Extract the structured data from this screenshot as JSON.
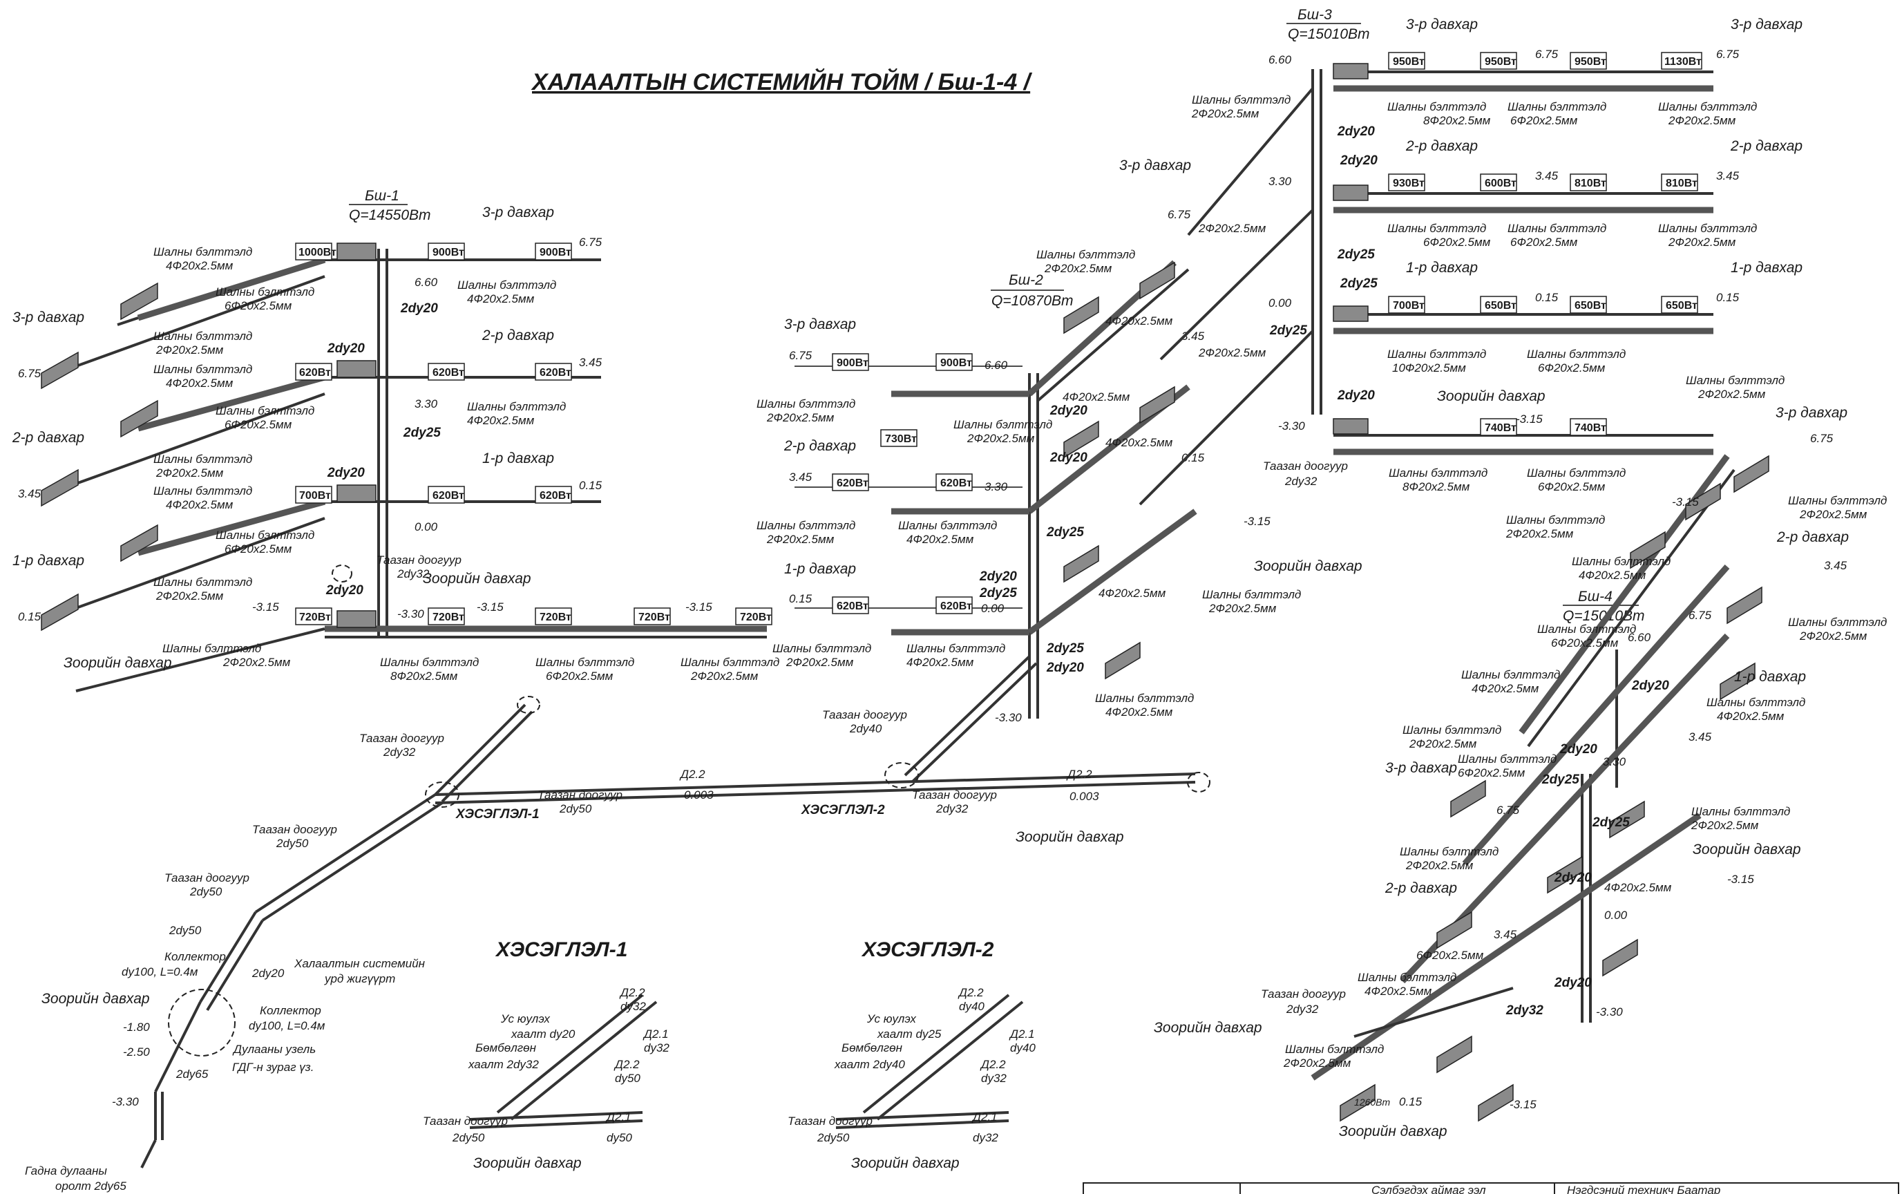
{
  "title": "ХАЛААЛТЫН СИСТЕМИЙН ТОЙМ  / Бш-1-4 /",
  "risers": {
    "bsh1": {
      "name": "Бш-1",
      "q": "Q=14550Вт"
    },
    "bsh2": {
      "name": "Бш-2",
      "q": "Q=10870Вт"
    },
    "bsh3": {
      "name": "Бш-3",
      "q": "Q=15010Вт"
    },
    "bsh4": {
      "name": "Бш-4",
      "q": "Q=15010Вт"
    }
  },
  "floors": {
    "f3": "3-р давхар",
    "f2": "2-р давхар",
    "f1": "1-р давхар",
    "basement": "Зоорийн давхар"
  },
  "terms": {
    "radiator": "Шалны бэлттэлд",
    "supply": "Таазан доогуур",
    "node1": "ХЭСЭГЛЭЛ-1",
    "node2": "ХЭСЭГЛЭЛ-2",
    "collector": "Коллектор",
    "collector_spec": "dy100, L=0.4м",
    "heat_unit": "Дулааны узель",
    "gdg": "ГДГ-н зураг үз.",
    "inlet": "Гадна дулааны",
    "inlet2": "оролт 2dy65",
    "front_wall": "Халаалтын системийн",
    "front_wall2": "урд жигүүрт",
    "d21": "Д2.1",
    "d22": "Д2.2",
    "slope": "0.003",
    "valve": "Ус юулэх",
    "valve_dy20": "хаалт dy20",
    "valve_dy25": "хаалт dy25",
    "ball": "Бөмбөлгөн",
    "ball_dy32": "хаалт 2dy32",
    "ball_dy40": "хаалт 2dy40"
  },
  "specs": {
    "s2": "2Ф20х2.5мм",
    "s4": "4Ф20х2.5мм",
    "s6": "6Ф20х2.5мм",
    "s8": "8Ф20х2.5мм",
    "s10": "10Ф20х2.5мм"
  },
  "pipes": {
    "d20": "2dy20",
    "d25": "2dy25",
    "d32": "2dy32",
    "d40": "2dy40",
    "d50": "2dy50",
    "d65": "2dy65",
    "dy32": "dy32",
    "dy40": "dy40",
    "dy50": "dy50"
  },
  "powers": {
    "p1000": "1000Вт",
    "p900": "900Вт",
    "p620": "620Вт",
    "p700": "700Вт",
    "p720": "720Вт",
    "p730": "730Вт",
    "p950": "950Вт",
    "p1130": "1130Вт",
    "p930": "930Вт",
    "p600": "600Вт",
    "p810": "810Вт",
    "p650": "650Вт",
    "p740": "740Вт",
    "p1260": "1260Вт"
  },
  "levels": {
    "l675": "6.75",
    "l660": "6.60",
    "l345": "3.45",
    "l330": "3.30",
    "l015": "0.15",
    "l000": "0.00",
    "lm315": "-3.15",
    "lm330": "-3.30",
    "lm180": "-1.80",
    "lm250": "-2.50"
  },
  "table": {
    "c1": "Сэлбэгдэх аймаг ээл",
    "c2": "Нэгдсэний техникч Баатар"
  }
}
